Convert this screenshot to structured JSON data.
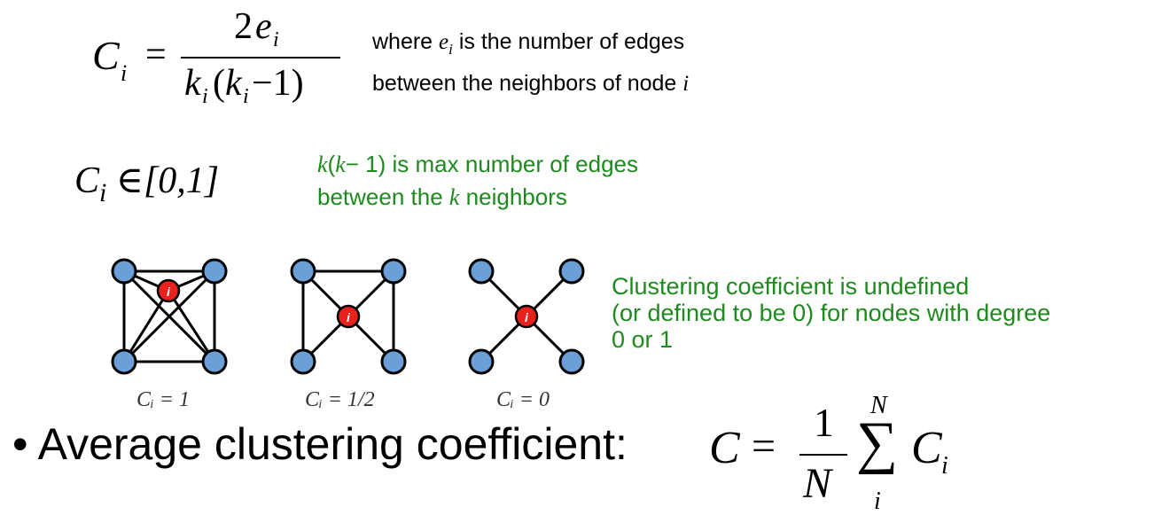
{
  "formula_local": {
    "lhs_symbol": "C",
    "lhs_subscript": "i",
    "equals": "=",
    "numerator_coefficient": "2",
    "numerator_symbol": "e",
    "numerator_subscript": "i",
    "den_k1": "k",
    "den_k1_sub": "i",
    "den_open": "(",
    "den_k2": "k",
    "den_k2_sub": "i",
    "den_rest": " −1)"
  },
  "note_ei": {
    "line1_pre": "where ",
    "line1_var": "e",
    "line1_var_sub": "i",
    "line1_post": " is the number of edges",
    "line2_pre": "between the neighbors of node ",
    "line2_var": "i"
  },
  "range": {
    "symbol": "C",
    "subscript": "i",
    "relation": " ∈[0,1]"
  },
  "note_k": {
    "line1_var": "k",
    "line1_mid": "(",
    "line1_var2": "k",
    "line1_post": "− 1) is max number of edges",
    "line2_pre": "between the ",
    "line2_var": "k",
    "line2_post": " neighbors"
  },
  "graphs": {
    "center_label": "i",
    "node_color": "#6a9fd8",
    "center_color": "#e8211b",
    "captions": [
      "Cᵢ = 1",
      "Cᵢ = 1/2",
      "Cᵢ = 0"
    ]
  },
  "note_undefined": {
    "line1": "Clustering coefficient is undefined",
    "line2": "(or defined to be 0) for nodes with degree",
    "line3": "0 or 1"
  },
  "average": {
    "bullet": "•",
    "label": "Average clustering coefficient:",
    "lhs": "C",
    "equals": "=",
    "frac_num": "1",
    "frac_den": "N",
    "sum_top": "N",
    "sum_symbol": "∑",
    "sum_bottom": "i",
    "term": "C",
    "term_sub": "i"
  },
  "colors": {
    "green_text": "#1e8a1e",
    "node_fill": "#6a9fd8",
    "center_fill": "#e8211b"
  }
}
